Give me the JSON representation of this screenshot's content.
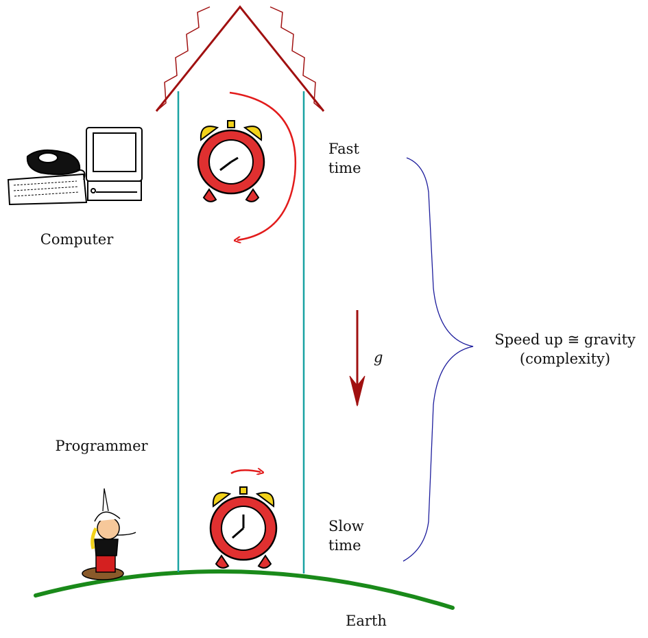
{
  "labels": {
    "computer": "Computer",
    "programmer": "Programmer",
    "fast_time_line1": "Fast",
    "fast_time_line2": "time",
    "slow_time_line1": "Slow",
    "slow_time_line2": "time",
    "gravity_symbol": "g",
    "speedup_line1": "Speed up ≅ gravity",
    "speedup_line2": "(complexity)",
    "earth": "Earth"
  },
  "icons": {
    "top_clock": "alarm-clock-icon",
    "bottom_clock": "alarm-clock-icon",
    "computer": "computer-icon",
    "programmer": "cartoon-character-icon",
    "roof": "roof-icon"
  },
  "colors": {
    "tower_walls": "#19a3a3",
    "roof": "#a01010",
    "rotation_arrows": "#e21b1b",
    "gravity_arrow": "#a01010",
    "brace": "#1c1c9c",
    "earth": "#1a8a1a",
    "clock_body": "#e03030",
    "clock_bells": "#f2d21b"
  }
}
